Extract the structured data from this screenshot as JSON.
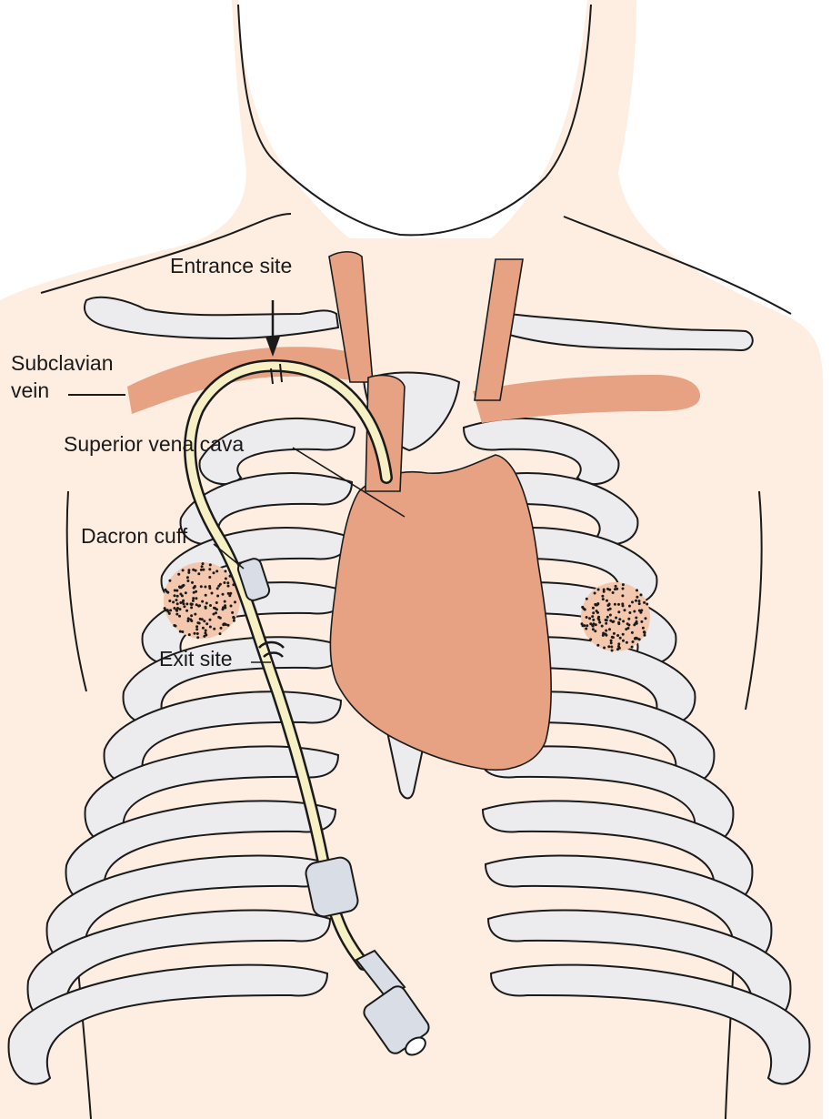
{
  "labels": {
    "entrance_site": "Entrance site",
    "subclavian_vein_line1": "Subclavian",
    "subclavian_vein_line2": "vein",
    "superior_vena_cava": "Superior vena cava",
    "dacron_cuff": "Dacron cuff",
    "exit_site": "Exit site"
  },
  "colors": {
    "skin": "#fdeee1",
    "bone": "#ecebed",
    "vessel": "#e6a283",
    "catheter": "#f7f0c4",
    "outline": "#1a1a1a"
  }
}
